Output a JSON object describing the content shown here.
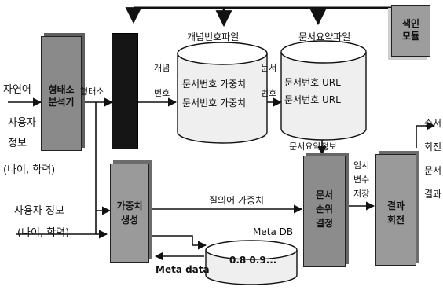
{
  "left_labels": {
    "natural_language": "자연어",
    "user": "사용자",
    "info": "정보",
    "age_edu_1": "(나이, 학력)",
    "user_info": "사용자 정보",
    "age_edu_2": "(나이, 학력)"
  },
  "boxes": {
    "morph_analyzer": [
      "형태소",
      "분석기"
    ],
    "weight_gen": [
      "가중치",
      "생성"
    ],
    "doc_rank": [
      "문서",
      "순위",
      "결정"
    ],
    "result_return": [
      "결과",
      "회전"
    ],
    "search_module": [
      "색인",
      "모듈"
    ]
  },
  "edge_labels": {
    "morpheme": "형태소",
    "concept": "개념",
    "number": "번호",
    "doc": "문서",
    "number2": "번호",
    "doc_summary_info": "문서요약정보",
    "query_weight": "질의어 가중치",
    "temp": "임시",
    "variable": "변수",
    "store": "저장",
    "meta_data": "Meta data"
  },
  "databases": {
    "concept_file": {
      "title": "개념번호파일",
      "rows": [
        "문서번호 가중치",
        "문서번호 가중치"
      ]
    },
    "summary_file": {
      "title": "문서요약파일",
      "rows": [
        "문서번호 URL",
        "문서번호 URL"
      ]
    },
    "meta_db": {
      "title": "Meta DB",
      "rows": [
        "0.8 0.9..."
      ]
    }
  },
  "right_labels": {
    "rank": "순서",
    "return": "회전",
    "doc": "문서",
    "result": "결과"
  }
}
